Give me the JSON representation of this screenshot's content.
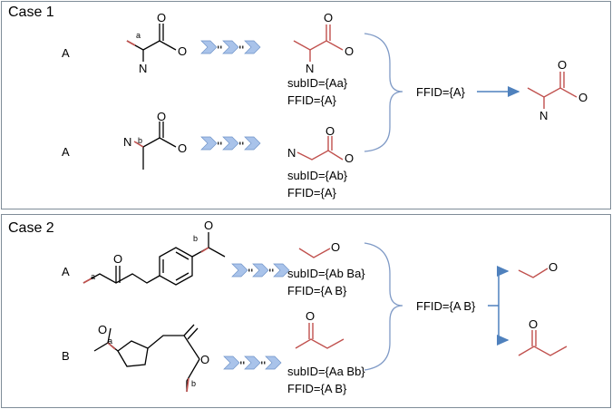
{
  "case1": {
    "title": "Case 1",
    "rows": [
      {
        "label": "A",
        "sub_id": "subID={Aa}",
        "ffid": "FFID={A}",
        "bond": "a"
      },
      {
        "label": "A",
        "sub_id": "subID={Ab}",
        "ffid": "FFID={A}",
        "bond": "b"
      }
    ],
    "merged_ffid": "FFID={A}",
    "atoms": {
      "n": "N",
      "o": "O"
    }
  },
  "case2": {
    "title": "Case 2",
    "rows": [
      {
        "label": "A",
        "sub_id": "subID={Ab Ba}",
        "ffid": "FFID={A B}"
      },
      {
        "label": "B",
        "sub_id": "subID={Aa Bb}",
        "ffid": "FFID={A B}"
      }
    ],
    "merged_ffid": "FFID={A B}",
    "bond_labels": {
      "a": "a",
      "b": "b"
    },
    "atoms": {
      "o": "O"
    }
  },
  "colors": {
    "highlight": "#c0504d",
    "arrow": "#4f81bd",
    "chevron": "#a9c3ea",
    "border": "#7f8c98"
  }
}
